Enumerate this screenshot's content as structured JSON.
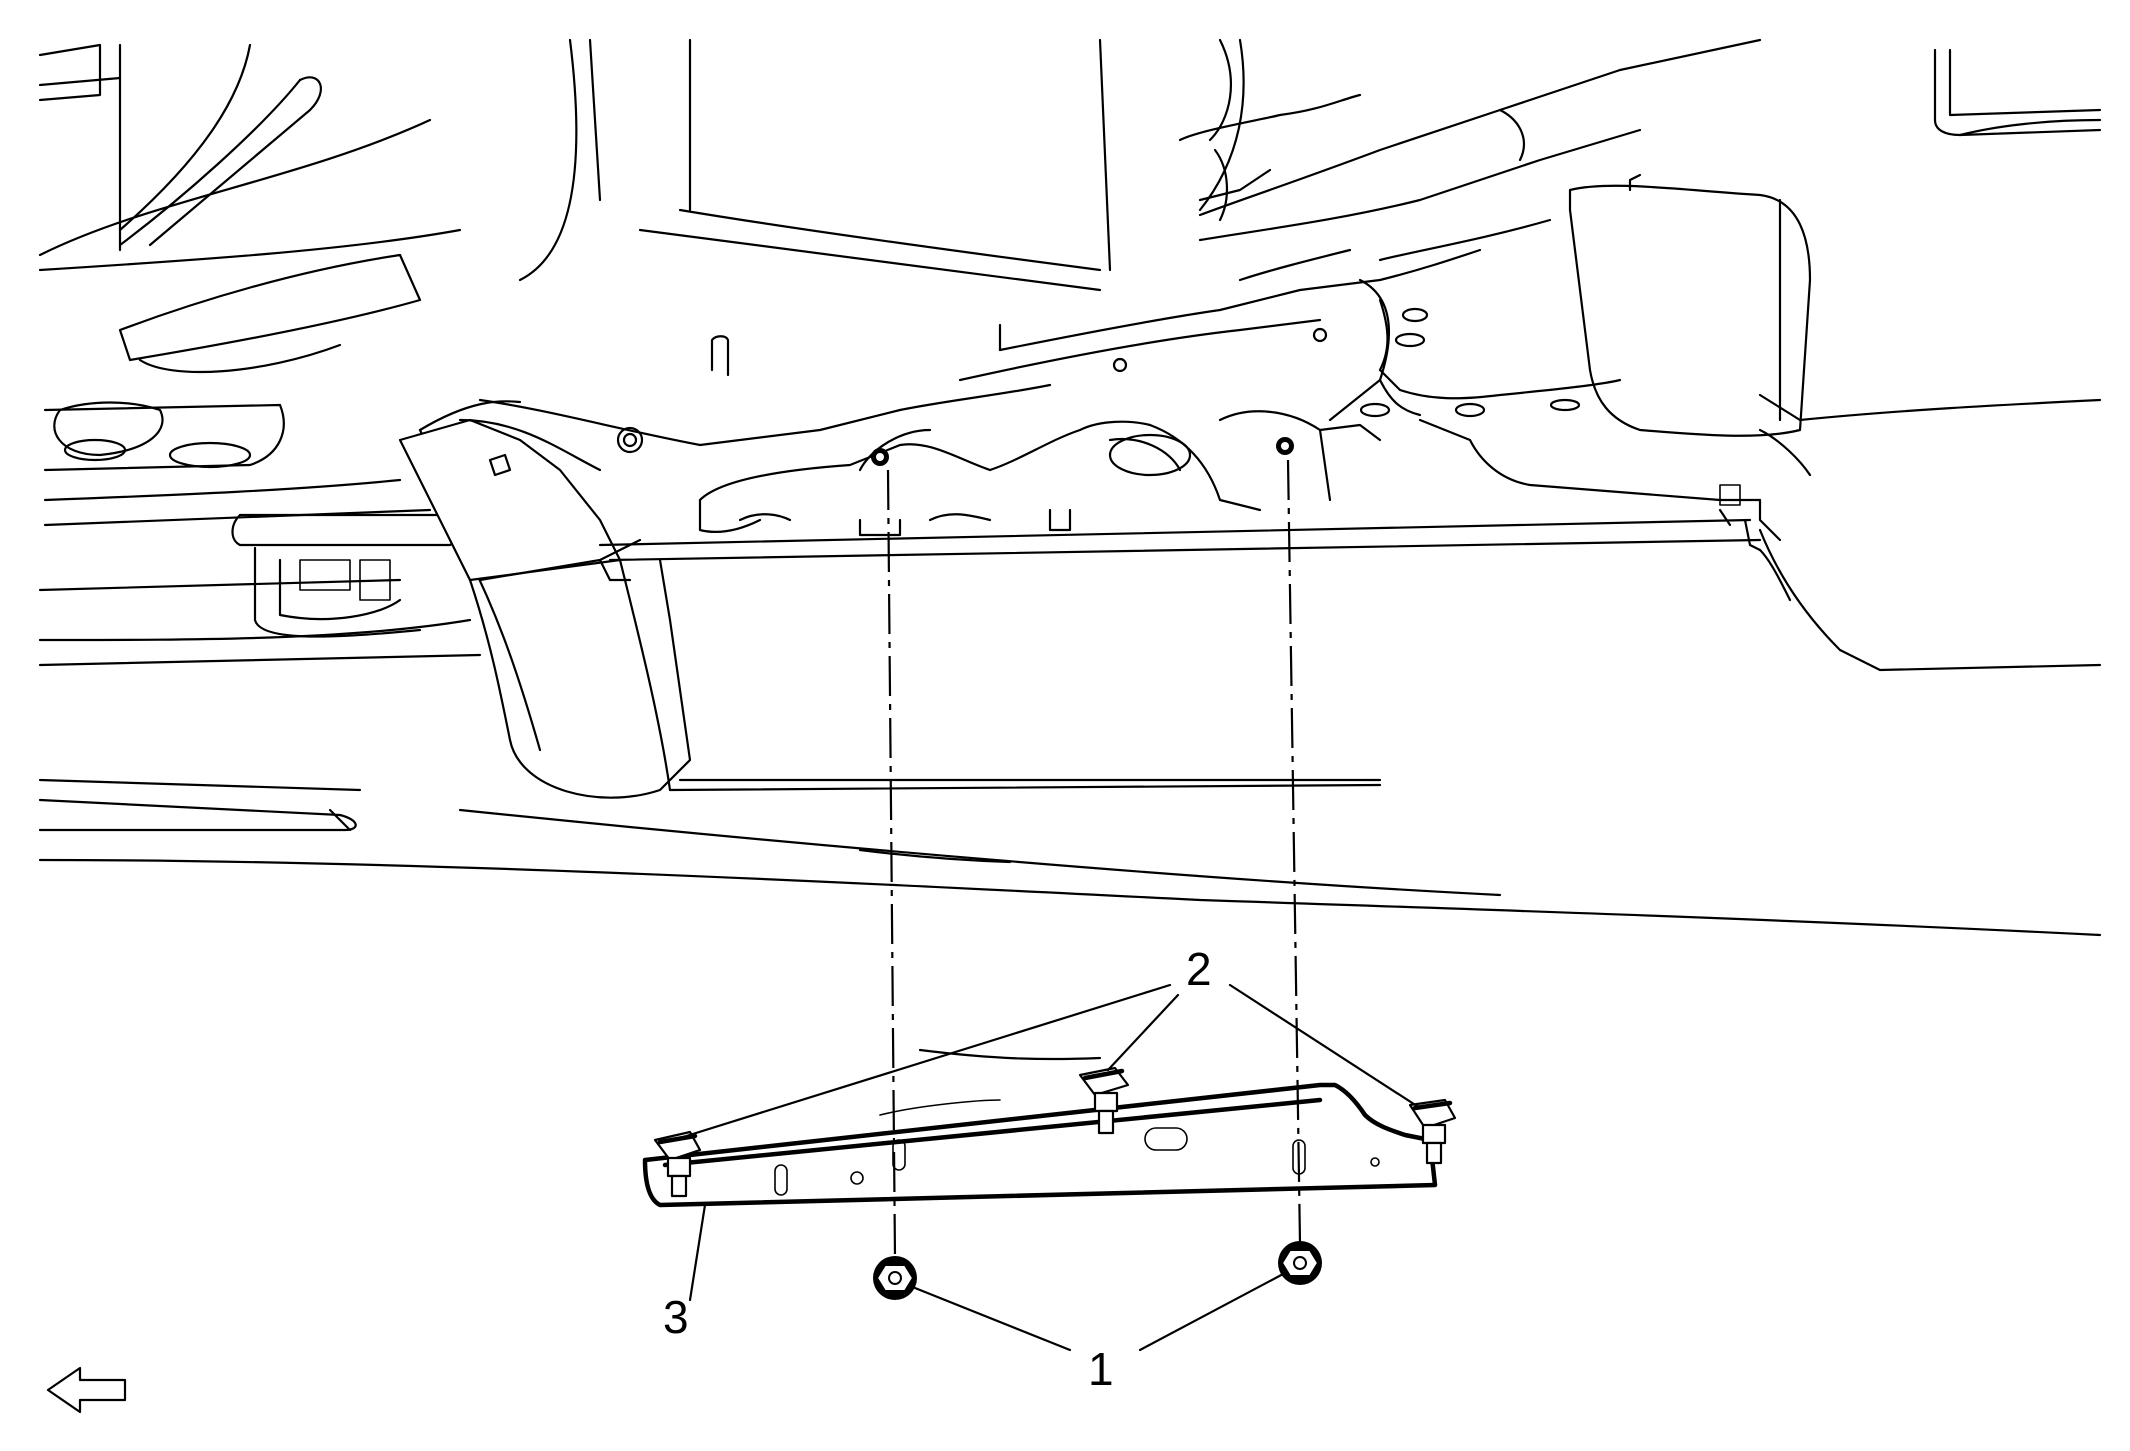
{
  "callouts": [
    {
      "id": "1",
      "label": "1"
    },
    {
      "id": "2",
      "label": "2"
    },
    {
      "id": "3",
      "label": "3"
    }
  ],
  "direction_arrow": {
    "icon": "left-arrow-icon"
  }
}
